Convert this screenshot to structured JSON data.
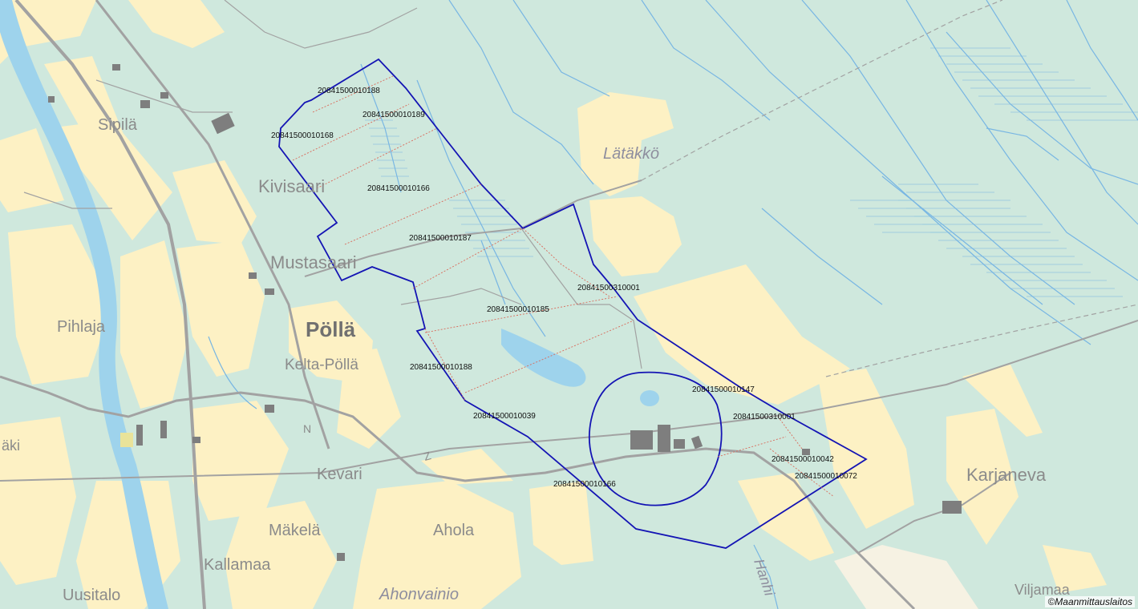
{
  "colors": {
    "forest": "#cfe8dd",
    "field": "#fdf1c4",
    "urban": "#f6f2e3",
    "water": "#9ed3ec",
    "stream": "#78b6e3",
    "road": "#a2a2a2",
    "boundary": "#1414b4",
    "parcel_line": "#d96a5a",
    "text_gray": "#8b8b8b"
  },
  "places": [
    {
      "id": "sipila",
      "name": "Sipilä"
    },
    {
      "id": "kivisaari",
      "name": "Kivisaari"
    },
    {
      "id": "mustasaari",
      "name": "Mustasaari"
    },
    {
      "id": "pihlaja",
      "name": "Pihlaja"
    },
    {
      "id": "polla",
      "name": "Pöllä"
    },
    {
      "id": "kelta-polla",
      "name": "Kelta-Pöllä"
    },
    {
      "id": "kevari",
      "name": "Kevari"
    },
    {
      "id": "makela",
      "name": "Mäkelä"
    },
    {
      "id": "ahola",
      "name": "Ahola"
    },
    {
      "id": "kallamaa",
      "name": "Kallamaa"
    },
    {
      "id": "uusitalo",
      "name": "Uusitalo"
    },
    {
      "id": "karjaneva",
      "name": "Karjaneva"
    },
    {
      "id": "aki",
      "name": "äki"
    },
    {
      "id": "viljamaa",
      "name": "Viljamaa"
    }
  ],
  "water_names": [
    {
      "id": "latakko",
      "name": "Lätäkkö"
    },
    {
      "id": "ahonvainio",
      "name": "Ahonvainio"
    },
    {
      "id": "hanhi",
      "name": "Hanhi"
    }
  ],
  "map_letters": [
    {
      "id": "n",
      "text": "N"
    },
    {
      "id": "z",
      "text": "Z"
    }
  ],
  "parcels": [
    {
      "id": "p1",
      "code": "20841500010188"
    },
    {
      "id": "p2",
      "code": "20841500010189"
    },
    {
      "id": "p3",
      "code": "20841500010168"
    },
    {
      "id": "p4",
      "code": "20841500010166"
    },
    {
      "id": "p5",
      "code": "20841500010187"
    },
    {
      "id": "p6",
      "code": "20841500310001"
    },
    {
      "id": "p7",
      "code": "20841500010185"
    },
    {
      "id": "p8",
      "code": "20841500010188"
    },
    {
      "id": "p9",
      "code": "20841500010147"
    },
    {
      "id": "p10",
      "code": "20841500310001"
    },
    {
      "id": "p11",
      "code": "20841500010039"
    },
    {
      "id": "p12",
      "code": "20841500010042"
    },
    {
      "id": "p13",
      "code": "20841500010072"
    },
    {
      "id": "p14",
      "code": "20841500010166"
    }
  ],
  "copyright": "©Maanmittauslaitos"
}
